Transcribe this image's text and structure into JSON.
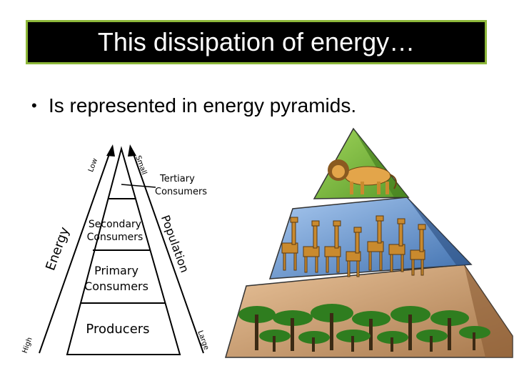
{
  "slide": {
    "title": "This dissipation of energy…",
    "bullet": "Is represented in energy pyramids."
  },
  "diagram": {
    "levels": [
      "Tertiary Consumers",
      "Secondary Consumers",
      "Primary Consumers",
      "Producers"
    ],
    "tertiary_line1": "Tertiary",
    "tertiary_line2": "Consumers",
    "secondary_line1": "Secondary",
    "secondary_line2": "Consumers",
    "primary_line1": "Primary",
    "primary_line2": "Consumers",
    "producers": "Producers",
    "left_axis_label": "Energy",
    "left_axis_low": "Low",
    "left_axis_high": "High",
    "right_axis_label": "Population",
    "right_axis_small": "Small",
    "right_axis_large": "Large"
  },
  "illustration": {
    "top_tier": "lion",
    "middle_tier": "giraffes",
    "bottom_tier": "acacia trees",
    "colors": {
      "top": "#7cbf3c",
      "middle": "#6f9fd6",
      "bottom": "#d9a675"
    }
  }
}
